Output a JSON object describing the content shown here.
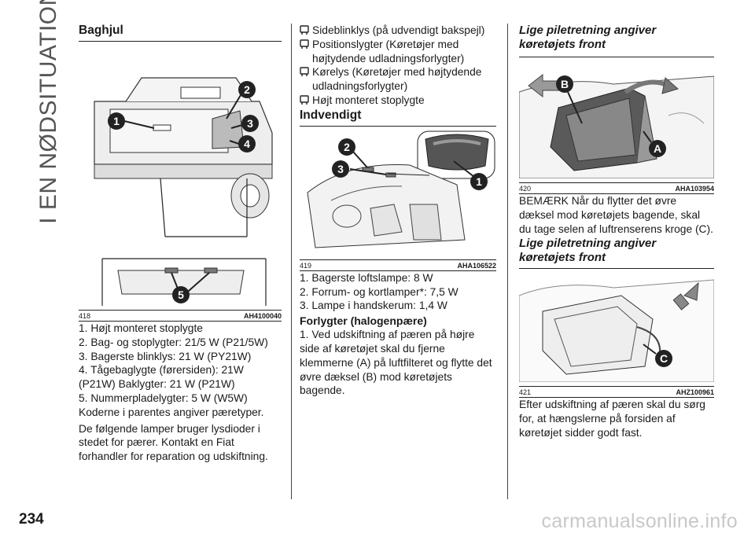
{
  "side_title": "I EN NØDSITUATION",
  "page_number": "234",
  "watermark": "carmanualsonline.info",
  "col1": {
    "heading": "Baghjul",
    "figure": {
      "num": "418",
      "code": "AH4100040",
      "callouts": [
        "1",
        "2",
        "3",
        "4",
        "5"
      ]
    },
    "items": [
      "1. Højt monteret stoplygte",
      "2. Bag- og stoplygter: 21/5 W (P21/5W)",
      "3. Bagerste blinklys: 21 W (PY21W)",
      "4. Tågebaglygte (førersiden): 21W (P21W) Baklygter: 21 W (P21W)",
      "5. Nummerpladelygter: 5 W (W5W)",
      "Koderne i parentes angiver pæretyper.",
      "De følgende lamper bruger lysdioder i stedet for pærer. Kontakt en Fiat forhandler for reparation og udskiftning."
    ]
  },
  "col2": {
    "led_items": [
      "Sideblinklys (på udvendigt bakspejl)",
      "Positionslygter (Køretøjer med højtydende udladningsforlygter)",
      "Kørelys (Køretøjer med højtydende udladningsforlygter)",
      "Højt monteret stoplygte"
    ],
    "heading": "Indvendigt",
    "figure": {
      "num": "419",
      "code": "AHA106522",
      "callouts": [
        "1",
        "2",
        "3"
      ]
    },
    "items": [
      "1. Bagerste loftslampe: 8 W",
      "2. Forrum- og kortlamper*: 7,5 W",
      "3. Lampe i handskerum: 1,4 W"
    ],
    "subheading": "Forlygter (halogenpære)",
    "body": "1. Ved udskiftning af pæren på højre side af køretøjet skal du fjerne klemmerne (A) på luftfilteret og flytte det øvre dæksel (B) mod køretøjets bagende."
  },
  "col3": {
    "heading1": "Lige piletretning angiver køretøjets front",
    "figure1": {
      "num": "420",
      "code": "AHA103954",
      "callouts": [
        "A",
        "B"
      ]
    },
    "body1": "BEMÆRK Når du flytter det øvre dæksel mod køretøjets bagende, skal du tage selen af luftrenserens kroge (C).",
    "heading2": "Lige piletretning angiver køretøjets front",
    "figure2": {
      "num": "421",
      "code": "AHZ100961",
      "callouts": [
        "C"
      ]
    },
    "body2": "Efter udskiftning af pæren skal du sørg for, at hængslerne på forsiden af køretøjet sidder godt fast."
  }
}
